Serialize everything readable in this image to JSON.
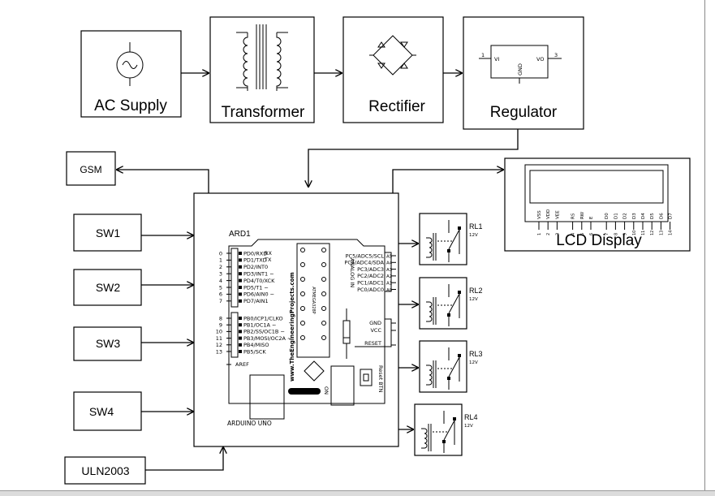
{
  "blocks": {
    "ac_supply": "AC Supply",
    "transformer": "Transformer",
    "rectifier": "Rectifier",
    "regulator": "Regulator",
    "gsm": "GSM",
    "sw1": "SW1",
    "sw2": "SW2",
    "sw3": "SW3",
    "sw4": "SW4",
    "uln": "ULN2003",
    "lcd": "LCD Display"
  },
  "regulator_pins": {
    "vi": "VI",
    "vo": "VO",
    "gnd": "GND",
    "p1": "1",
    "p3": "3"
  },
  "arduino": {
    "ref": "ARD1",
    "model": "ARDUINO UNO",
    "website": "www.TheEngineeringProjects.com",
    "chip": "ATMEGA328P",
    "on_label": "ON",
    "reset_btn": "Reset BTN",
    "analog_in": "ANALOG IN",
    "left_pin_numbers": [
      "0",
      "1",
      "2",
      "3",
      "4",
      "5",
      "6",
      "7",
      "8",
      "9",
      "10",
      "11",
      "12",
      "13"
    ],
    "left_pins": [
      "PD0/RXD",
      "PD1/TXD",
      "PD2/INT0",
      "PD3/INT1 ~",
      "PD4/T0/XCK",
      "PD5/T1 ~",
      "PD6/AIN0 ~",
      "PD7/AIN1",
      "PB0/ICP1/CLKO",
      "PB1/OC1A ~",
      "PB2/SS/OC1B ~",
      "PB3/MOSI/OC2A ~",
      "PB4/MISO",
      "PB5/SCK"
    ],
    "tx_rx": [
      "RX",
      "TX"
    ],
    "aref": "AREF",
    "right_pin_numbers": [
      "A5",
      "A4",
      "A3",
      "A2",
      "A1",
      "A0"
    ],
    "right_pins": [
      "PC5/ADC5/SCL",
      "PC4/ADC4/SDA",
      "PC3/ADC3",
      "PC2/ADC2",
      "PC1/ADC1",
      "PC0/ADC0"
    ],
    "power_pins": [
      "GND",
      "VCC",
      "RESET"
    ]
  },
  "relays": [
    {
      "label": "RL1",
      "volt": "12V"
    },
    {
      "label": "RL2",
      "volt": "12V"
    },
    {
      "label": "RL3",
      "volt": "12V"
    },
    {
      "label": "RL4",
      "volt": "12V"
    }
  ],
  "lcd_pins": [
    "VSS",
    "VDD",
    "VEE",
    "RS",
    "RW",
    "E",
    "D0",
    "D1",
    "D2",
    "D3",
    "D4",
    "D5",
    "D6",
    "D7"
  ],
  "lcd_pin_numbers": [
    "1",
    "2",
    "3",
    "4",
    "5",
    "6",
    "7",
    "8",
    "9",
    "10",
    "11",
    "12",
    "13",
    "14"
  ]
}
